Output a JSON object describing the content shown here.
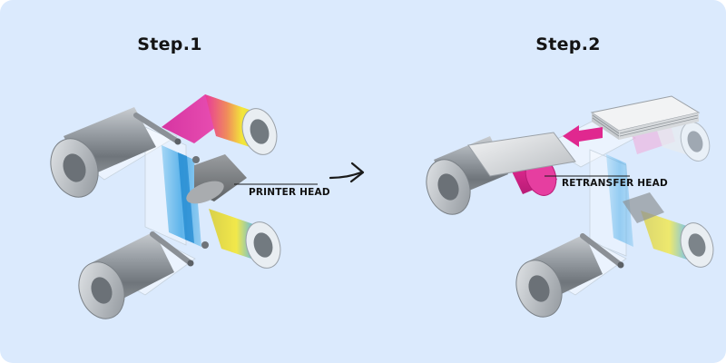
{
  "steps": [
    {
      "title": "Step.1",
      "callout": "PRINTER HEAD"
    },
    {
      "title": "Step.2",
      "callout": "RETRANSFER HEAD"
    }
  ],
  "colors": {
    "background": "#dbeafd",
    "ribbon_magenta": "#e0309a",
    "ribbon_yellow": "#f3e63a",
    "ribbon_cyan": "#2fa3e6",
    "roller_gray": "#8a9096",
    "head_gray": "#7c7f82",
    "retransfer_roller": "#e0288f"
  },
  "icons": [
    "arrow-right-icon"
  ]
}
